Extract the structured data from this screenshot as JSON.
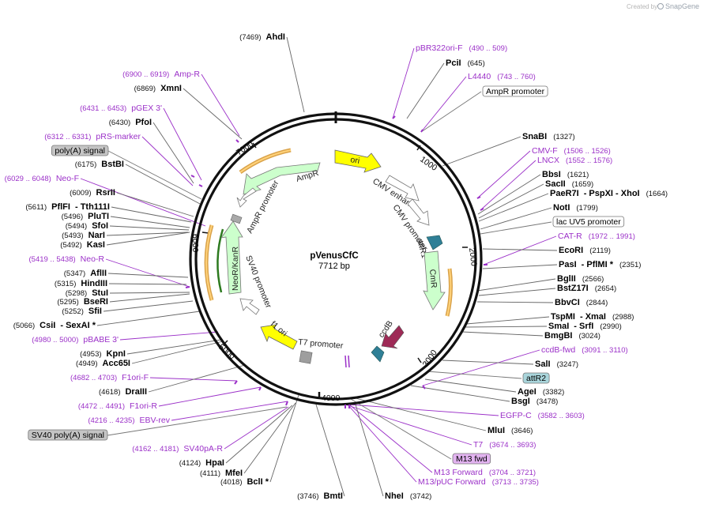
{
  "credit": {
    "prefix": "Created by",
    "brand": "SnapGene"
  },
  "plasmid": {
    "name": "pVenusCfC",
    "size_label": "7712 bp"
  },
  "ticks": [
    "1000",
    "2000",
    "3000",
    "4000",
    "5000",
    "6000",
    "7000"
  ],
  "features": [
    {
      "label": "ori",
      "color": "#ffff00",
      "kind": "origin"
    },
    {
      "label": "AmpR",
      "color": "#ccffcc",
      "kind": "cds"
    },
    {
      "label": "AmpR promoter",
      "color": "#ffffff",
      "kind": "promoter"
    },
    {
      "label": "CMV enhancer",
      "color": "#ffffff",
      "kind": "enhancer"
    },
    {
      "label": "CMV promoter",
      "color": "#ffffff",
      "kind": "promoter"
    },
    {
      "label": "attR1",
      "color": "#2f7f96",
      "kind": "site"
    },
    {
      "label": "CmR",
      "color": "#ccffcc",
      "kind": "cds"
    },
    {
      "label": "ccdB",
      "color": "#9e2a56",
      "kind": "cds"
    },
    {
      "label": "T7 promoter",
      "color": "#ffffff",
      "kind": "promoter"
    },
    {
      "label": "f1 ori",
      "color": "#ffff00",
      "kind": "origin"
    },
    {
      "label": "SV40 promoter",
      "color": "#ffffff",
      "kind": "promoter"
    },
    {
      "label": "NeoR/KanR",
      "color": "#ccffcc",
      "kind": "cds"
    }
  ],
  "left_labels": [
    {
      "coord": "(7469)",
      "name": "AhdI"
    },
    {
      "coord": "(6900 .. 6919)",
      "name": "Amp-R",
      "primer": true
    },
    {
      "coord": "(6869)",
      "name": "XmnI"
    },
    {
      "coord": "(6431 .. 6453)",
      "name": "pGEX 3'",
      "primer": true
    },
    {
      "coord": "(6430)",
      "name": "PfoI"
    },
    {
      "coord": "(6312 .. 6331)",
      "name": "pRS-marker",
      "primer": true
    },
    {
      "box": "poly(A) signal",
      "box_kind": "gray"
    },
    {
      "coord": "(6175)",
      "name": "BstBI"
    },
    {
      "coord": "(6029 .. 6048)",
      "name": "Neo-F",
      "primer": true
    },
    {
      "coord": "(6009)",
      "name": "RsrII"
    },
    {
      "coord": "(5611)",
      "name": "PflFI",
      "extra": "- Tth111I"
    },
    {
      "coord": "(5496)",
      "name": "PluTI"
    },
    {
      "coord": "(5494)",
      "name": "SfoI"
    },
    {
      "coord": "(5493)",
      "name": "NarI"
    },
    {
      "coord": "(5492)",
      "name": "KasI"
    },
    {
      "coord": "(5419 .. 5438)",
      "name": "Neo-R",
      "primer": true
    },
    {
      "coord": "(5347)",
      "name": "AflII"
    },
    {
      "coord": "(5315)",
      "name": "HindIII"
    },
    {
      "coord": "(5298)",
      "name": "StuI"
    },
    {
      "coord": "(5295)",
      "name": "BseRI"
    },
    {
      "coord": "(5252)",
      "name": "SfiI"
    },
    {
      "coord": "(5066)",
      "name": "CsiI",
      "extra": "- SexAI *"
    },
    {
      "coord": "(4980 .. 5000)",
      "name": "pBABE 3'",
      "primer": true
    },
    {
      "coord": "(4953)",
      "name": "KpnI"
    },
    {
      "coord": "(4949)",
      "name": "Acc65I"
    },
    {
      "coord": "(4682 .. 4703)",
      "name": "F1ori-F",
      "primer": true
    },
    {
      "coord": "(4618)",
      "name": "DraIII"
    },
    {
      "coord": "(4472 .. 4491)",
      "name": "F1ori-R",
      "primer": true
    },
    {
      "coord": "(4216 .. 4235)",
      "name": "EBV-rev",
      "primer": true
    },
    {
      "box": "SV40 poly(A) signal",
      "box_kind": "gray"
    },
    {
      "coord": "(4162 .. 4181)",
      "name": "SV40pA-R",
      "primer": true
    },
    {
      "coord": "(4124)",
      "name": "HpaI"
    },
    {
      "coord": "(4111)",
      "name": "MfeI"
    },
    {
      "coord": "(4018)",
      "name": "BclI *"
    },
    {
      "coord": "(3746)",
      "name": "BmtI"
    }
  ],
  "right_labels": [
    {
      "name": "pBR322ori-F",
      "coord": "(490 .. 509)",
      "primer": true
    },
    {
      "name": "PciI",
      "coord": "(645)"
    },
    {
      "name": "L4440",
      "coord": "(743 .. 760)",
      "primer": true
    },
    {
      "box": "AmpR promoter",
      "box_kind": "white"
    },
    {
      "name": "SnaBI",
      "coord": "(1327)"
    },
    {
      "name": "CMV-F",
      "coord": "(1506 .. 1526)",
      "primer": true
    },
    {
      "name": "LNCX",
      "coord": "(1552 .. 1576)",
      "primer": true
    },
    {
      "name": "BbsI",
      "coord": "(1621)"
    },
    {
      "name": "SacII",
      "coord": "(1659)"
    },
    {
      "name": "PaeR7I",
      "extra": "- PspXI   - XhoI",
      "coord": "(1664)"
    },
    {
      "name": "NotI",
      "coord": "(1799)"
    },
    {
      "box": "lac UV5 promoter",
      "box_kind": "white"
    },
    {
      "name": "CAT-R",
      "coord": "(1972 .. 1991)",
      "primer": true
    },
    {
      "name": "EcoRI",
      "coord": "(2119)"
    },
    {
      "name": "PasI",
      "extra": "- PflMI *",
      "coord": "(2351)"
    },
    {
      "name": "BglII",
      "coord": "(2566)"
    },
    {
      "name": "BstZ17I",
      "coord": "(2654)"
    },
    {
      "name": "BbvCI",
      "coord": "(2844)"
    },
    {
      "name": "TspMI",
      "extra": "- XmaI",
      "coord": "(2988)"
    },
    {
      "name": "SmaI",
      "extra": "- SrfI",
      "coord": "(2990)"
    },
    {
      "name": "BmgBI",
      "coord": "(3024)"
    },
    {
      "name": "ccdB-fwd",
      "coord": "(3091 .. 3110)",
      "primer": true
    },
    {
      "name": "SalI",
      "coord": "(3247)"
    },
    {
      "box": "attR2",
      "box_kind": "teal"
    },
    {
      "name": "AgeI",
      "coord": "(3382)"
    },
    {
      "name": "BsgI",
      "coord": "(3478)"
    },
    {
      "name": "EGFP-C",
      "coord": "(3582 .. 3603)",
      "primer": true
    },
    {
      "name": "MluI",
      "coord": "(3646)"
    },
    {
      "name": "T7",
      "coord": "(3674 .. 3693)",
      "primer": true
    },
    {
      "box": "M13 fwd",
      "box_kind": "purple"
    },
    {
      "name": "M13 Forward",
      "coord": "(3704 .. 3721)",
      "primer": true
    },
    {
      "name": "M13/pUC Forward",
      "coord": "(3713 .. 3735)",
      "primer": true
    },
    {
      "name": "NheI",
      "coord": "(3742)"
    }
  ]
}
